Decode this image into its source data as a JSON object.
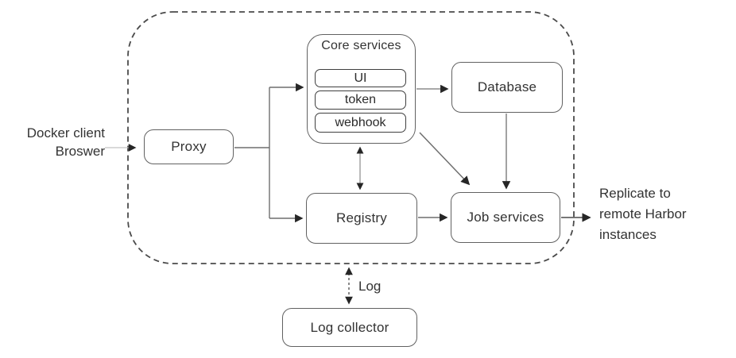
{
  "colors": {
    "background": "#ffffff",
    "boundary_dash": "#4a4a4a",
    "box_border": "#616161",
    "inner_box_border": "#3f3f3f",
    "connector": "#7a7a7a",
    "arrowhead": "#262626",
    "light_connector": "#c2c2c2",
    "text": "#333333"
  },
  "nodes": {
    "proxy": {
      "label": "Proxy"
    },
    "core_services": {
      "label": "Core services",
      "children": {
        "ui": "UI",
        "token": "token",
        "webhook": "webhook"
      }
    },
    "database": {
      "label": "Database"
    },
    "registry": {
      "label": "Registry"
    },
    "job_services": {
      "label": "Job services"
    },
    "log_collector": {
      "label": "Log collector"
    }
  },
  "annotations": {
    "client": {
      "line1": "Docker client",
      "line2": "Broswer"
    },
    "replicate": {
      "line1": "Replicate to",
      "line2": "remote Harbor",
      "line3": "instances"
    },
    "log_edge_label": "Log"
  }
}
